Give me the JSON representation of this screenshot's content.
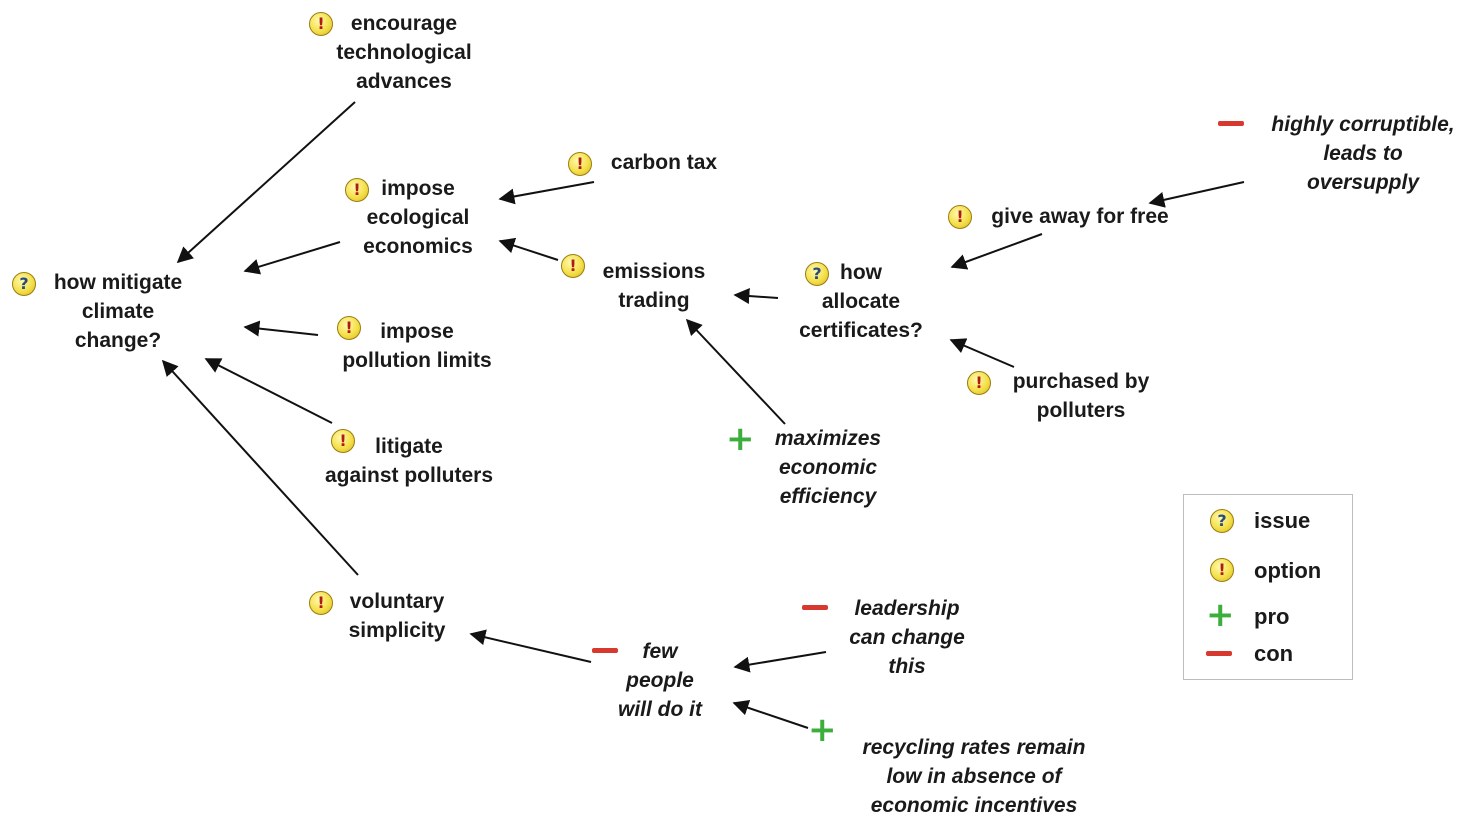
{
  "nodes": {
    "mitigate": {
      "lines": [
        "how mitigate",
        "climate",
        "change?"
      ],
      "kind": "issue"
    },
    "techAdvances": {
      "lines": [
        "encourage",
        "technological",
        "advances"
      ],
      "kind": "option"
    },
    "ecoEconomics": {
      "lines": [
        "impose",
        "ecological",
        "economics"
      ],
      "kind": "option"
    },
    "carbonTax": {
      "lines": [
        "carbon tax"
      ],
      "kind": "option"
    },
    "emissionsTrading": {
      "lines": [
        "emissions",
        "trading"
      ],
      "kind": "option"
    },
    "pollutionLimits": {
      "lines": [
        "impose",
        "pollution limits"
      ],
      "kind": "option"
    },
    "litigate": {
      "lines": [
        "litigate",
        "against polluters"
      ],
      "kind": "option"
    },
    "voluntary": {
      "lines": [
        "voluntary",
        "simplicity"
      ],
      "kind": "option"
    },
    "allocate": {
      "lines": [
        "how",
        "allocate",
        "certificates?"
      ],
      "kind": "issue"
    },
    "giveAway": {
      "lines": [
        "give away for free"
      ],
      "kind": "option"
    },
    "purchased": {
      "lines": [
        "purchased by",
        "polluters"
      ],
      "kind": "option"
    },
    "corruptible": {
      "lines": [
        "highly corruptible,",
        "leads to",
        "oversupply"
      ],
      "kind": "con"
    },
    "maximizes": {
      "lines": [
        "maximizes",
        "economic",
        "efficiency"
      ],
      "kind": "pro"
    },
    "fewPeople": {
      "lines": [
        "few",
        "people",
        "will do it"
      ],
      "kind": "con"
    },
    "leadership": {
      "lines": [
        "leadership",
        "can change",
        "this"
      ],
      "kind": "con"
    },
    "recycling": {
      "lines": [
        "recycling rates remain",
        "low in absence of",
        "economic incentives"
      ],
      "kind": "pro"
    }
  },
  "legend": {
    "issue": "issue",
    "option": "option",
    "pro": "pro",
    "con": "con"
  },
  "icons": {
    "issue": "question-icon",
    "option": "exclamation-icon",
    "pro": "plus-icon",
    "con": "minus-icon"
  },
  "colors": {
    "icon_fill": "#f4e04a",
    "pro": "#3cae3c",
    "con": "#d8392e",
    "arrow": "#111111"
  }
}
